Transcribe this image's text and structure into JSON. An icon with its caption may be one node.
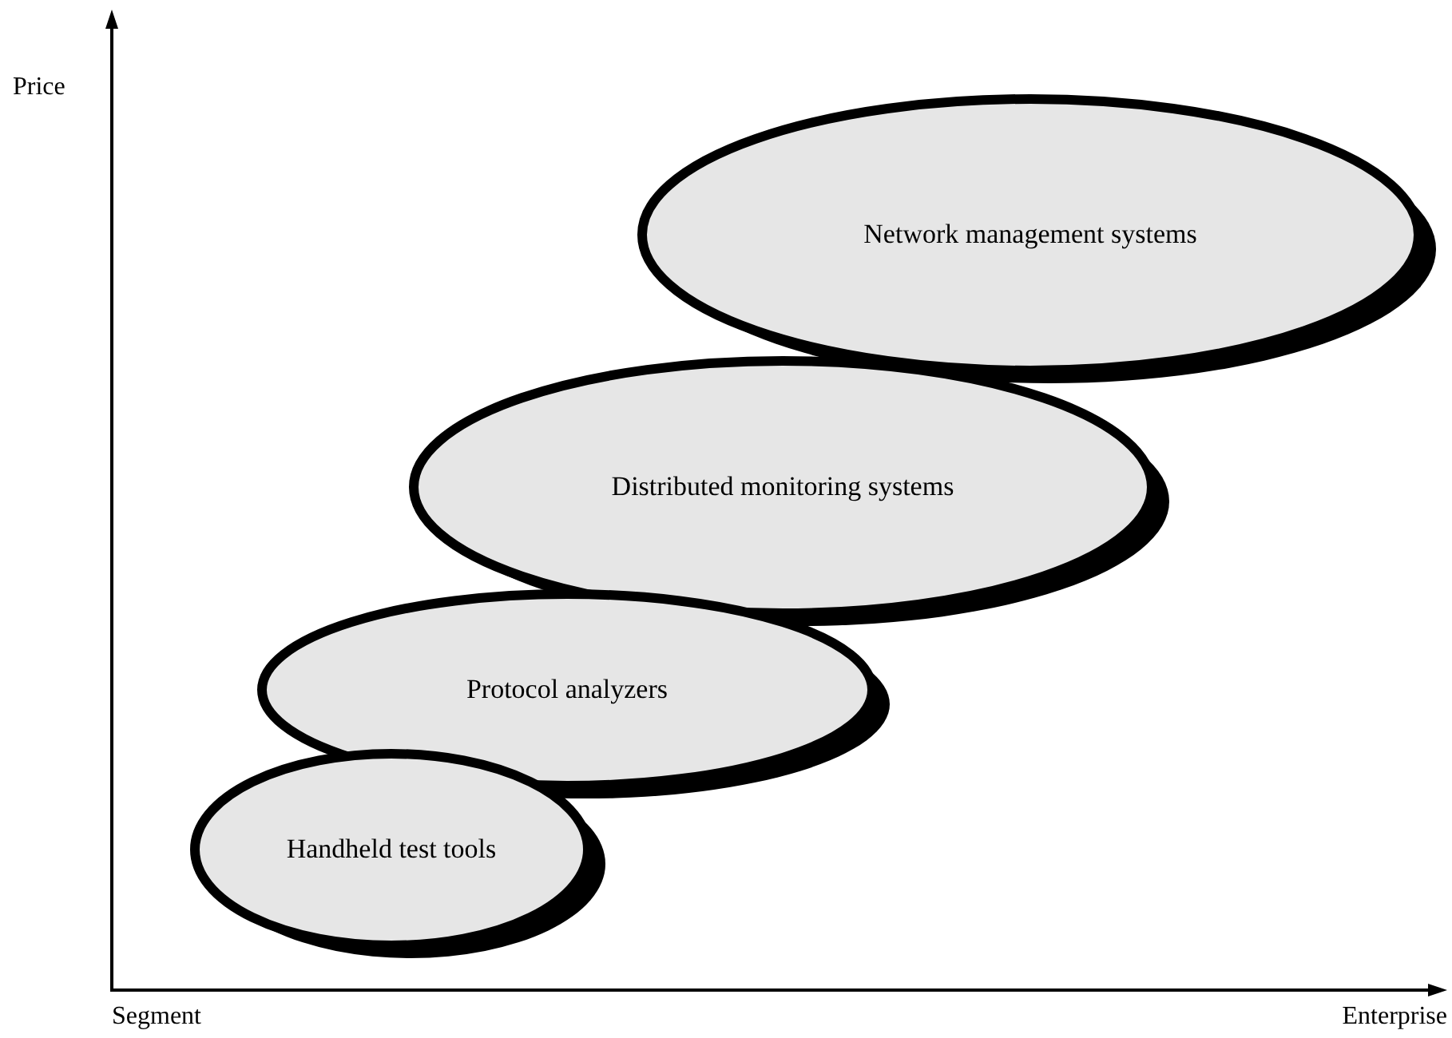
{
  "diagram": {
    "nodes": [
      {
        "text": [
          "Network management systems"
        ]
      },
      {
        "text": [
          "Distributed monitoring systems"
        ]
      },
      {
        "text": [
          "Protocol analyzers"
        ]
      },
      {
        "text": [
          "Handheld test tools"
        ]
      }
    ],
    "labels": [
      "Price",
      "Segment",
      "Enterprise"
    ]
  }
}
